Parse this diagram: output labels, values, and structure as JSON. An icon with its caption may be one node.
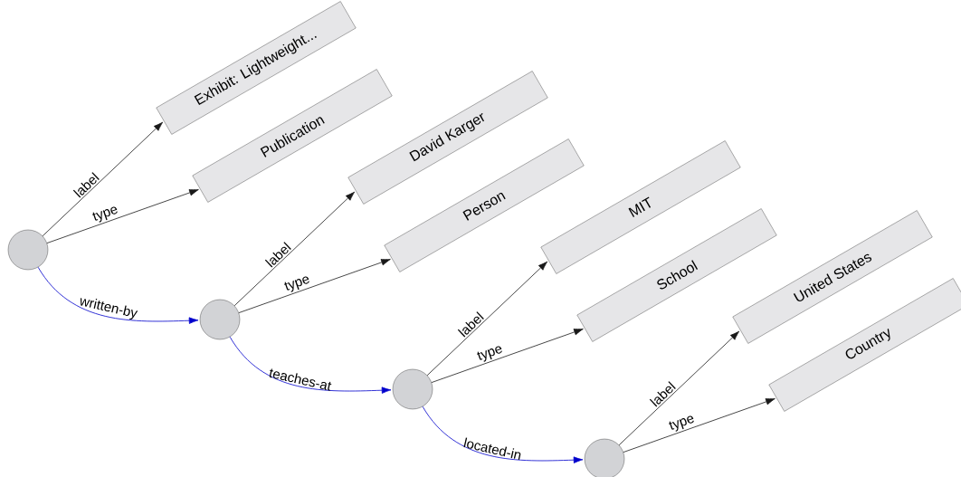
{
  "diagram": {
    "nodes": [
      {
        "text": [],
        "shape": "circle"
      },
      {
        "text": [
          "Exhibit: Lightweight..."
        ]
      },
      {
        "text": [
          "Publication"
        ]
      },
      {
        "text": [],
        "shape": "circle"
      },
      {
        "text": [
          "David Karger"
        ]
      },
      {
        "text": [
          "Person"
        ]
      },
      {
        "text": [],
        "shape": "circle"
      },
      {
        "text": [
          "MIT"
        ]
      },
      {
        "text": [
          "School"
        ]
      },
      {
        "text": [],
        "shape": "circle"
      },
      {
        "text": [
          "United States"
        ]
      },
      {
        "text": [
          "Country"
        ]
      }
    ],
    "edges": [
      {
        "from": 0,
        "to": 1,
        "arrow": "to",
        "label": "label"
      },
      {
        "from": 0,
        "to": 2,
        "arrow": "to",
        "label": "type"
      },
      {
        "from": 0,
        "to": 3,
        "arrow": "to",
        "label": "written-by",
        "color": "#0000cc"
      },
      {
        "from": 3,
        "to": 4,
        "arrow": "to",
        "label": "label"
      },
      {
        "from": 3,
        "to": 5,
        "arrow": "to",
        "label": "type"
      },
      {
        "from": 3,
        "to": 6,
        "arrow": "to",
        "label": "teaches-at",
        "color": "#0000cc"
      },
      {
        "from": 6,
        "to": 7,
        "arrow": "to",
        "label": "label"
      },
      {
        "from": 6,
        "to": 8,
        "arrow": "to",
        "label": "type"
      },
      {
        "from": 6,
        "to": 9,
        "arrow": "to",
        "label": "located-in",
        "color": "#0000cc"
      },
      {
        "from": 9,
        "to": 10,
        "arrow": "to",
        "label": "label"
      },
      {
        "from": 9,
        "to": 11,
        "arrow": "to",
        "label": "type"
      }
    ]
  }
}
